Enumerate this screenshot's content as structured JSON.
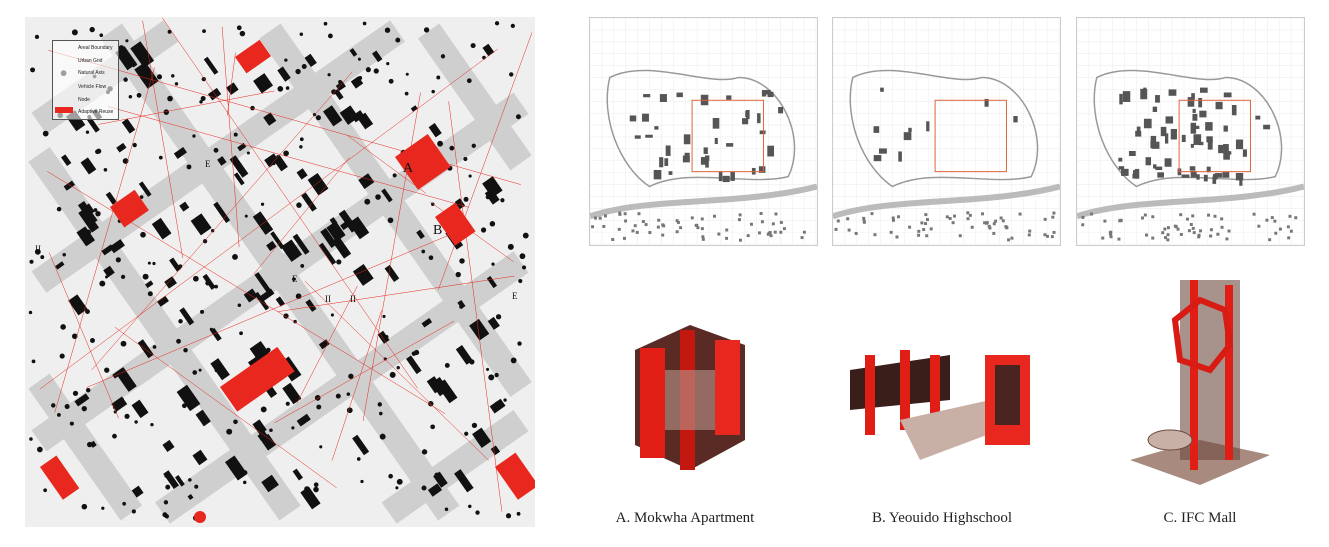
{
  "legend": {
    "items": [
      "Areal Boundary",
      "Urban Grid",
      "Natural Axis",
      "Vehicle Flow",
      "Node",
      "Adaptive Reuse"
    ]
  },
  "map_labels": [
    "A",
    "B",
    "E",
    "E",
    "E",
    "II",
    "II",
    "II"
  ],
  "captions": [
    "A. Mokwha Apartment",
    "B. Yeouido Highschool",
    "C. IFC Mall"
  ],
  "colors": {
    "accent": "#e8281e",
    "orange": "#e2643c",
    "road": "#cfcfcf"
  }
}
